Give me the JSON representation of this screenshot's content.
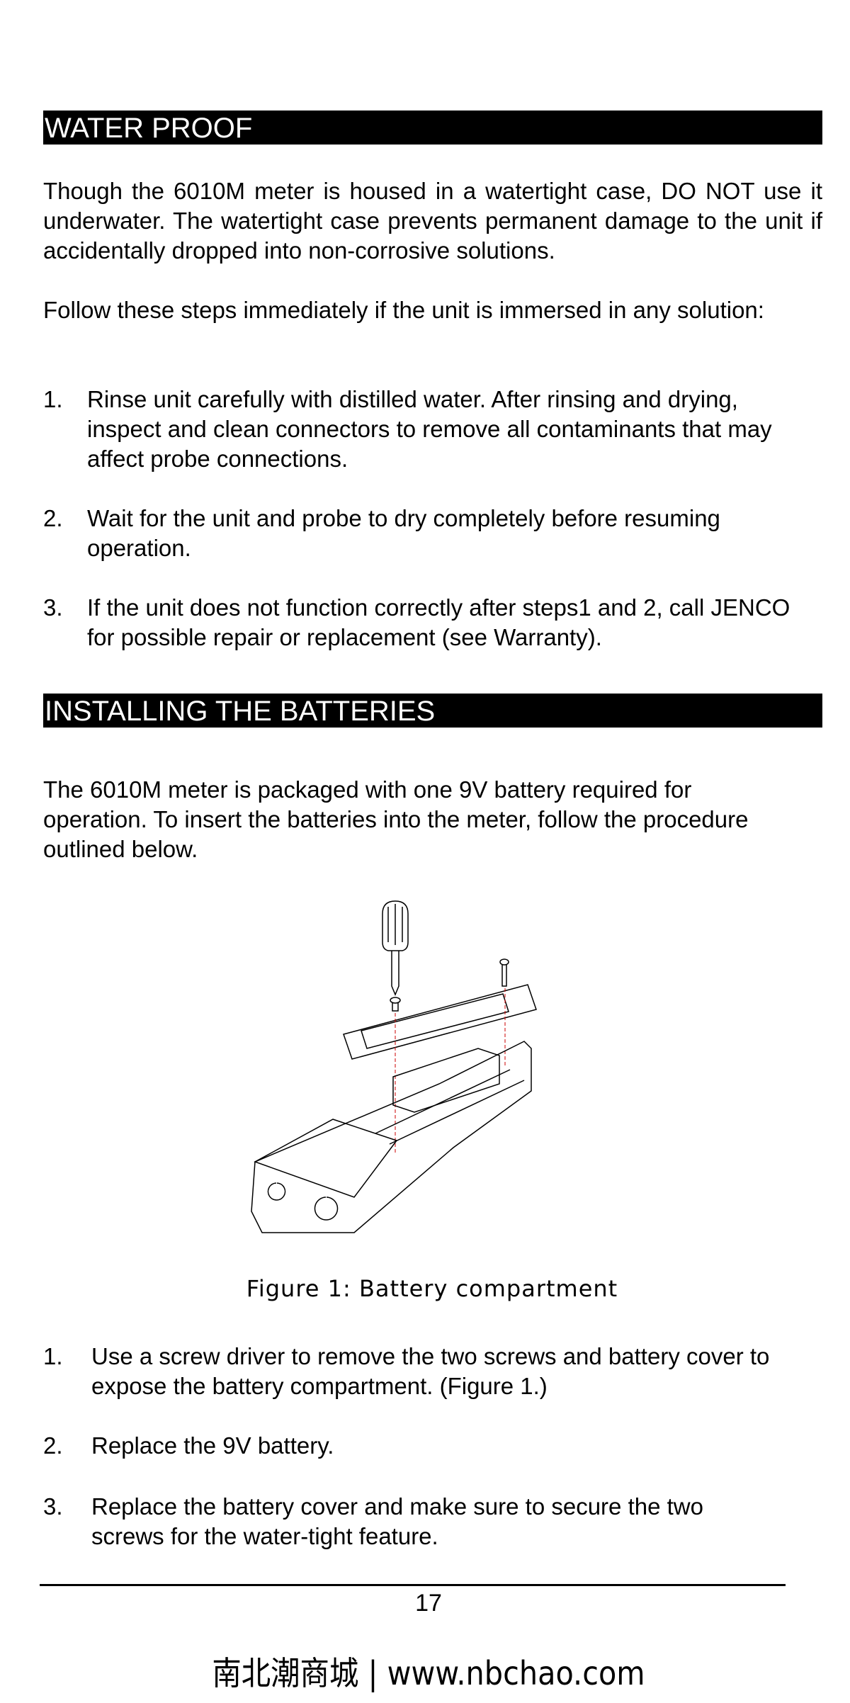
{
  "sections": [
    {
      "title": "WATER PROOF"
    },
    {
      "title": "INSTALLING THE BATTERIES"
    }
  ],
  "water_proof": {
    "paragraphs": [
      "Though the 6010M meter is housed in a watertight case, DO NOT use it underwater. The watertight case prevents permanent damage to the unit if accidentally dropped into non-corrosive solutions.",
      "Follow these steps immediately if the unit is immersed in any solution:"
    ],
    "steps": [
      {
        "num": "1.",
        "text": "Rinse unit carefully with distilled water. After rinsing and drying, inspect and clean connectors to remove all contaminants that may affect probe connections."
      },
      {
        "num": "2.",
        "text": "Wait for the unit and probe to dry completely before resuming operation."
      },
      {
        "num": "3.",
        "text": "If the unit does not function correctly after steps1 and 2, call JENCO for possible repair or replacement (see Warranty)."
      }
    ]
  },
  "batteries": {
    "intro": "The 6010M meter is packaged with one 9V battery required for operation. To insert the batteries into the meter, follow the procedure outlined below.",
    "figure_caption": "Figure 1: Battery compartment",
    "steps": [
      {
        "num": "1.",
        "text": "Use a screw driver to remove the two screws and battery cover to expose the battery compartment. (Figure 1.)"
      },
      {
        "num": "2.",
        "text": "Replace the 9V battery."
      },
      {
        "num": "3.",
        "text": "Replace the battery cover and make sure to secure the two screws for the water-tight feature."
      }
    ]
  },
  "footer": {
    "page_number": "17",
    "watermark": "南北潮商城 | www.nbchao.com"
  }
}
